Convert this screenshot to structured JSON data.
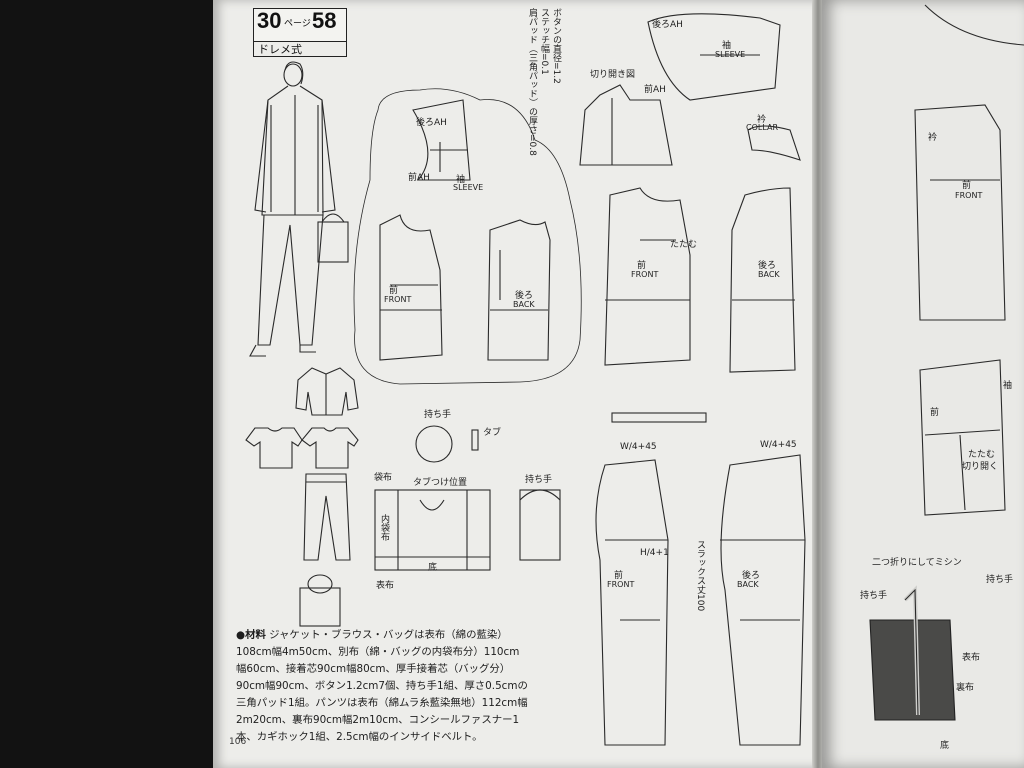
{
  "header": {
    "page_ref_main": "30",
    "page_ref_unit": "ページ",
    "page_ref_pattern": "58",
    "style_name": "ドレメ式"
  },
  "materials": {
    "bullet_label": "●材料",
    "text": "ジャケット・ブラウス・バッグは表布（綿の藍染）108cm幅4m50cm、別布（綿・バッグの内袋布分）110cm幅60cm、接着芯90cm幅80cm、厚手接着芯（バッグ分）90cm幅90cm、ボタン1.2cm7個、持ち手1組、厚さ0.5cmの三角パッド1組。パンツは表布（綿ムラ糸藍染無地）112cm幅2m20cm、裏布90cm幅2m10cm、コンシールファスナー1本、カギホック1組、2.5cm幅のインサイドベルト。"
  },
  "page_number": "106",
  "pattern_labels": {
    "sleeve_jp": "袖",
    "sleeve_en": "SLEEVE",
    "front_jp": "前",
    "front_en": "FRONT",
    "back_jp": "後ろ",
    "back_en": "BACK",
    "collar_jp": "衿",
    "collar_en": "COLLAR",
    "back_ah": "後ろAH",
    "front_ah": "前AH",
    "cut_open": "切り開き図",
    "dart_fold": "たたむ",
    "cut_open2": "切り開く",
    "handle": "持ち手",
    "tab": "タブ",
    "bag_body": "袋布",
    "inner_bag": "内袋布",
    "bottom": "底",
    "tab_position": "タブつけ位置",
    "bag_outer": "表布",
    "slacks": "スラックス丈100",
    "waist_w": "W/4+45",
    "hip_h": "H/4+1",
    "two_fold_machine": "二つ折りにしてミシン",
    "lining": "裏布",
    "outer_fabric": "表布"
  },
  "notes": {
    "button_spec": "ボタンの直径=1.2",
    "stitch_width": "ステッチ幅=0.1",
    "shoulder_pad": "肩パッド（三角パッド）の厚さ=0.8"
  },
  "colors": {
    "page_bg": "#ededea",
    "ink": "#222222",
    "background": "#121212"
  }
}
